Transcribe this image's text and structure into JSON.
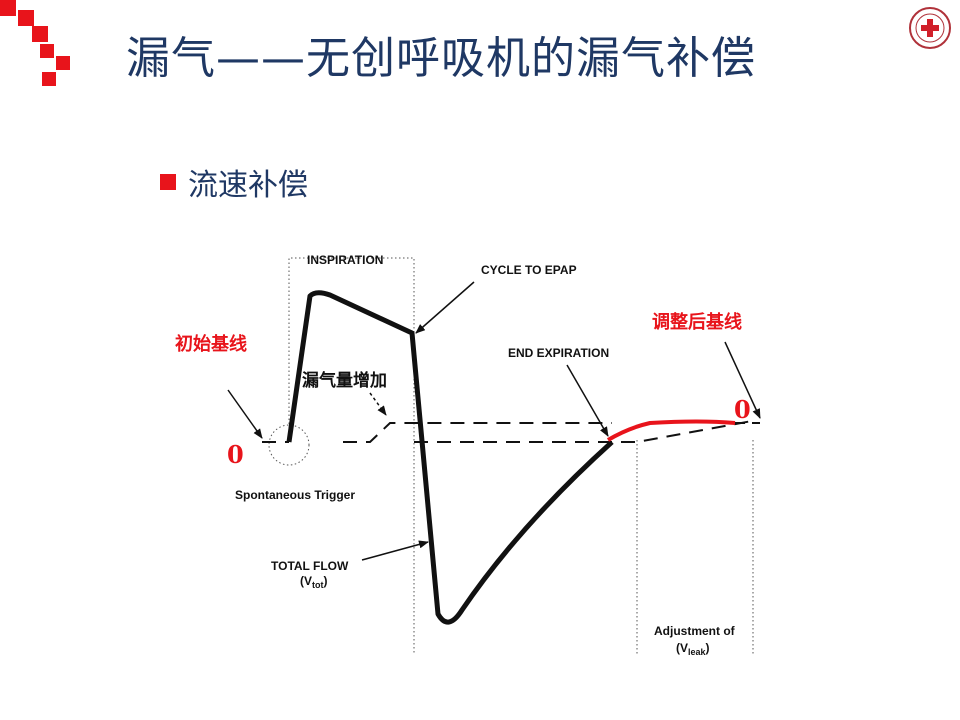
{
  "slide": {
    "title": "漏气——无创呼吸机的漏气补偿",
    "bullet": "流速补偿"
  },
  "diagram": {
    "labels": {
      "inspiration": "INSPIRATION",
      "cycle_to_epap": "CYCLE TO EPAP",
      "end_expiration": "END EXPIRATION",
      "spontaneous_trigger": "Spontaneous Trigger",
      "total_flow": "TOTAL FLOW",
      "total_flow_symbol_v": "(V",
      "total_flow_symbol_sub": "tot",
      "total_flow_symbol_close": ")",
      "adjustment_of": "Adjustment of",
      "adjustment_symbol_v": "(V",
      "adjustment_symbol_sub": "leak",
      "adjustment_symbol_close": ")"
    },
    "annotations": {
      "initial_baseline": "初始基线",
      "adjusted_baseline": "调整后基线",
      "leak_increase": "漏气量增加",
      "zero_left": "0",
      "zero_right": "0"
    }
  },
  "colors": {
    "accent_red": "#e8141b",
    "title_blue": "#1f3864",
    "line_black": "#111111"
  }
}
